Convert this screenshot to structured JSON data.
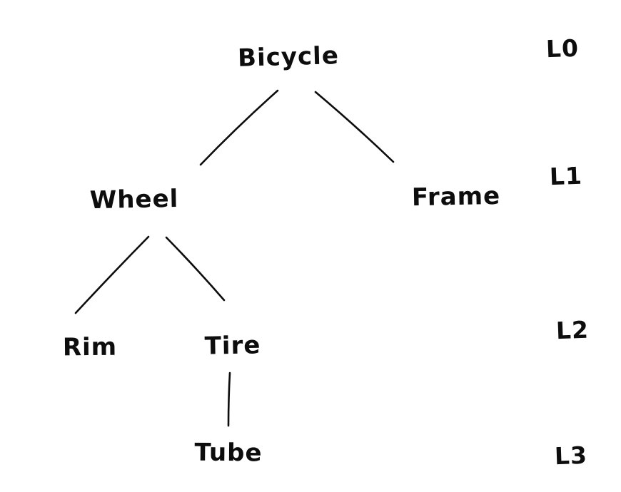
{
  "diagram": {
    "type": "tree",
    "style": "hand-drawn",
    "background_color": "#ffffff",
    "stroke_color": "#0d0d0d",
    "nodes": [
      {
        "id": "bicycle",
        "label": "Bicycle",
        "level": 0
      },
      {
        "id": "wheel",
        "label": "Wheel",
        "level": 1
      },
      {
        "id": "frame",
        "label": "Frame",
        "level": 1
      },
      {
        "id": "rim",
        "label": "Rim",
        "level": 2
      },
      {
        "id": "tire",
        "label": "Tire",
        "level": 2
      },
      {
        "id": "tube",
        "label": "Tube",
        "level": 3
      }
    ],
    "edges": [
      {
        "from": "Bicycle",
        "to": "Wheel"
      },
      {
        "from": "Bicycle",
        "to": "Frame"
      },
      {
        "from": "Wheel",
        "to": "Rim"
      },
      {
        "from": "Wheel",
        "to": "Tire"
      },
      {
        "from": "Tire",
        "to": "Tube"
      }
    ],
    "levels": [
      {
        "label": "L0"
      },
      {
        "label": "L1"
      },
      {
        "label": "L2"
      },
      {
        "label": "L3"
      }
    ]
  }
}
